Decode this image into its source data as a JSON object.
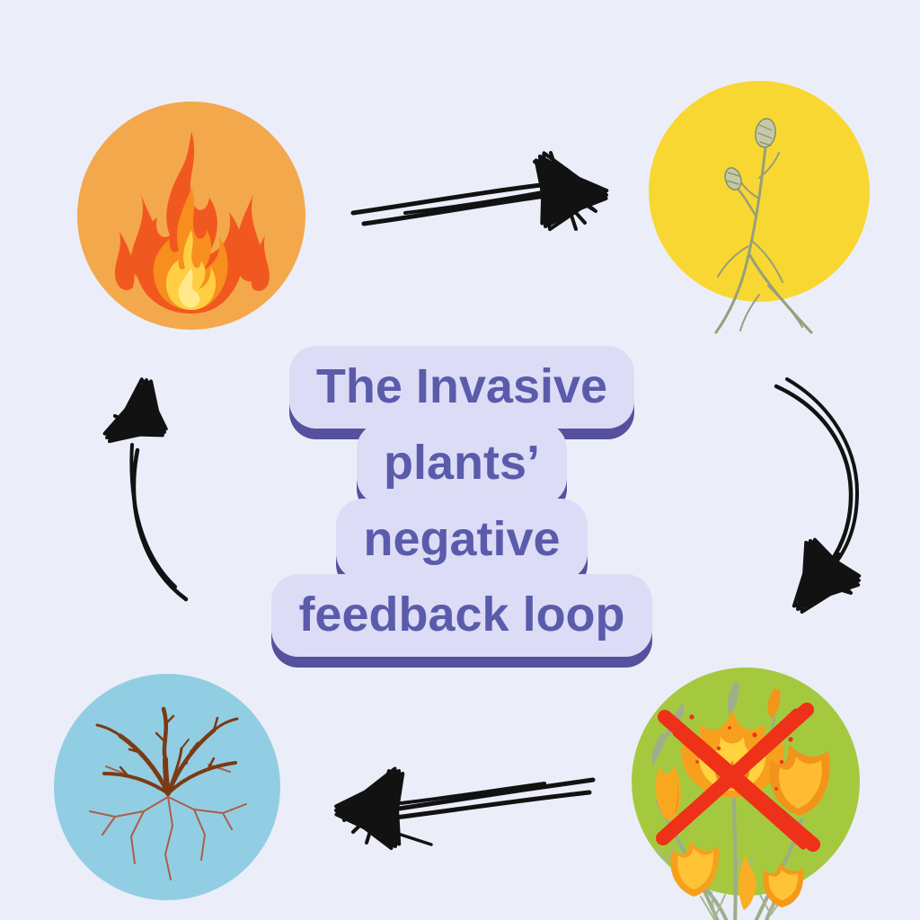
{
  "page": {
    "background_color": "#EBEEF9",
    "description": "Circular infographic: the invasive plants negative feedback loop"
  },
  "title": {
    "full_text": "The Invasive plants’ negative feedback loop",
    "lines": [
      "The Invasive",
      "plants’",
      "negative",
      "feedback loop"
    ],
    "text_color": "#5B5BAC",
    "highlight_color": "#DCDCF6",
    "shadow_color": "#55519E"
  },
  "nodes": [
    {
      "id": "wildfire",
      "icon": "fire-flame-icon",
      "circle_color": "#F4A84C",
      "flame_colors": {
        "outer": "#F1581F",
        "mid": "#F78E1E",
        "inner": "#FFCE43",
        "core": "#FFE98A"
      }
    },
    {
      "id": "invasive-plant",
      "icon": "invasive-weed-sprig-icon",
      "circle_color": "#F9D733",
      "plant_colors": {
        "stem": "#96A078",
        "bud_fill": "#C4CAA8",
        "bud_stroke": "#878F63"
      }
    },
    {
      "id": "native-flowers-lost",
      "icon": "crossed-out-poppies-icon",
      "circle_color": "#A5C93E",
      "cross_color": "#EE3118",
      "flower_colors": {
        "petal": "#F7A01D",
        "petal_light": "#FFD23E",
        "petal_dark": "#E8851C",
        "stem": "#9DAC8A"
      }
    },
    {
      "id": "dead-soil",
      "icon": "dead-shrub-cracked-soil-icon",
      "circle_color": "#92CEE3",
      "soil_colors": {
        "branch": "#7B3A13",
        "crack": "#AA5F45"
      }
    }
  ],
  "arrows": [
    {
      "id": "fire-to-invasive-plant",
      "direction": "right",
      "style": "hand-drawn-scribble",
      "color": "#121212"
    },
    {
      "id": "invasive-plant-to-flower-loss",
      "direction": "down-curved",
      "style": "hand-drawn-scribble",
      "color": "#121212"
    },
    {
      "id": "flower-loss-to-dead-soil",
      "direction": "left",
      "style": "hand-drawn-scribble",
      "color": "#121212"
    },
    {
      "id": "dead-soil-to-fire",
      "direction": "up-curved",
      "style": "hand-drawn-scribble",
      "color": "#121212"
    }
  ]
}
